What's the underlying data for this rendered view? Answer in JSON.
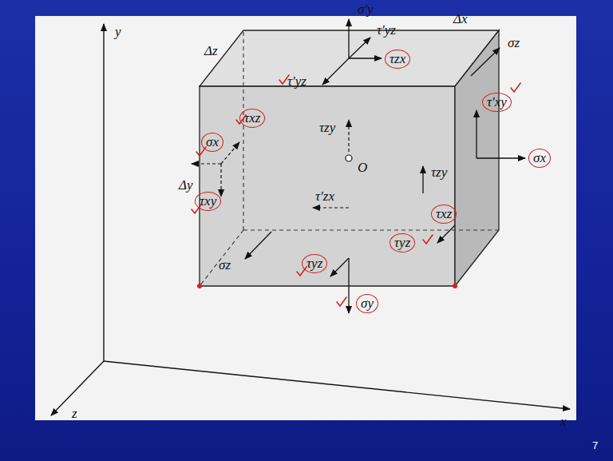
{
  "diagram": {
    "labels": [
      "y",
      "x",
      "z",
      "σ′y",
      "Δx",
      "Δz",
      "τ′yz",
      "τzx",
      "σz",
      "τ′xy",
      "σx",
      "σx",
      "τ′yz",
      "τxz",
      "τxy",
      "τzy",
      "O",
      "τzy",
      "τ′zx",
      "τxz",
      "τyz",
      "σz",
      "τyz",
      "σy",
      "Δy",
      "7"
    ]
  }
}
